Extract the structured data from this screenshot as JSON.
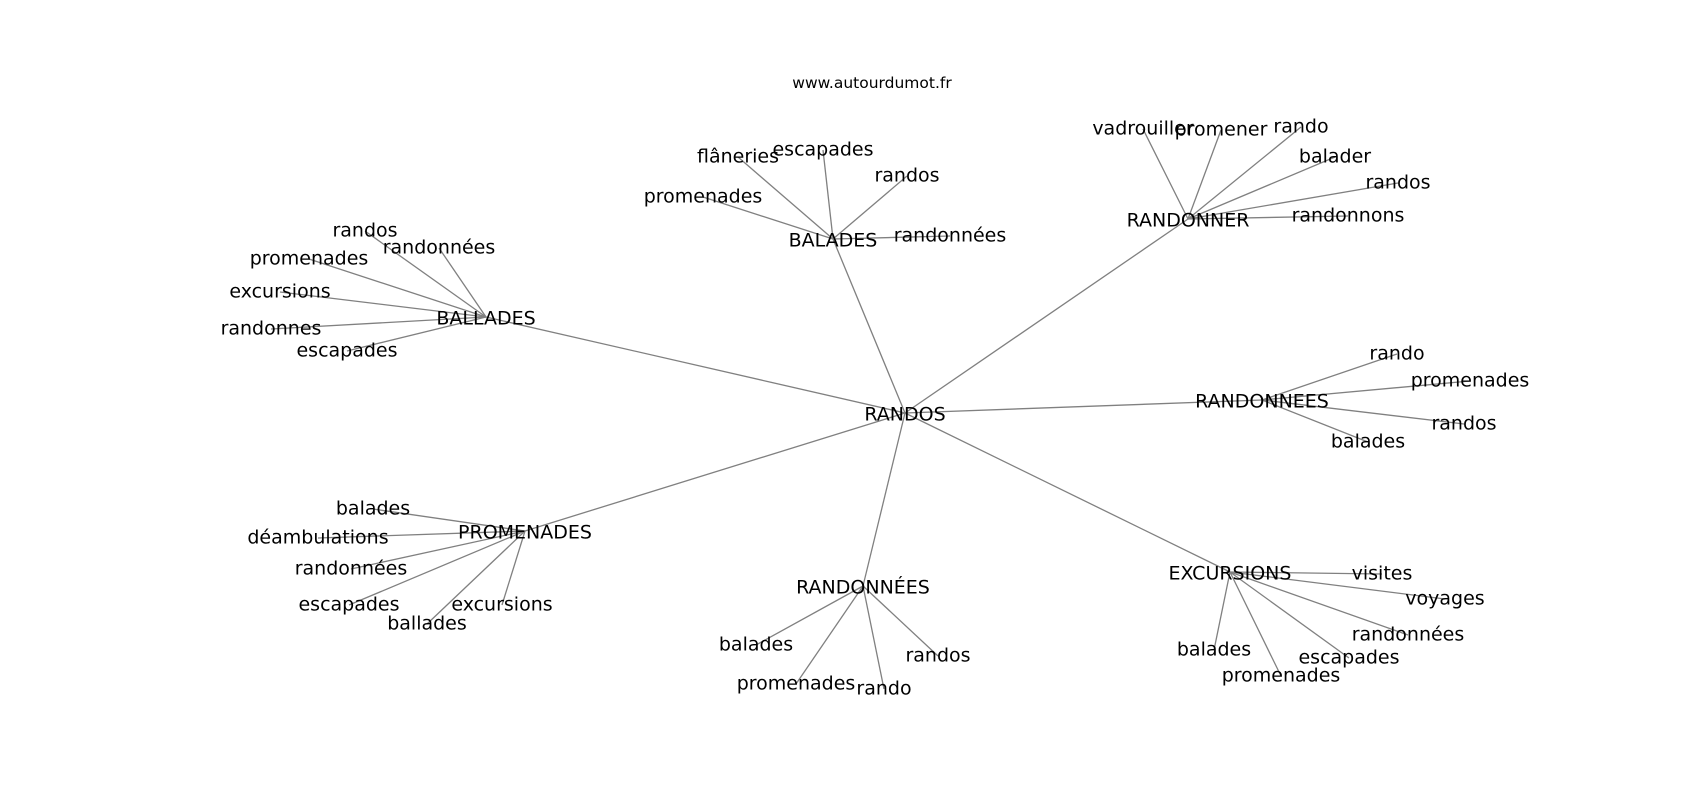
{
  "site": "www.autourdumot.fr",
  "colors": {
    "edge": "#808080",
    "text": "#000000",
    "background": "#ffffff"
  },
  "graph": {
    "center": "RANDOS",
    "hubs": [
      {
        "label": "BALADES",
        "leaves": [
          "flâneries",
          "escapades",
          "randos",
          "promenades",
          "randonnées"
        ]
      },
      {
        "label": "RANDONNER",
        "leaves": [
          "vadrouiller",
          "promener",
          "rando",
          "balader",
          "randos",
          "randonnons"
        ]
      },
      {
        "label": "BALLADES",
        "leaves": [
          "randos",
          "randonnées",
          "promenades",
          "excursions",
          "randonnes",
          "escapades"
        ]
      },
      {
        "label": "RANDONNEES",
        "leaves": [
          "rando",
          "promenades",
          "randos",
          "balades"
        ]
      },
      {
        "label": "PROMENADES",
        "leaves": [
          "balades",
          "déambulations",
          "randonnées",
          "escapades",
          "ballades",
          "excursions"
        ]
      },
      {
        "label": "RANDONNÉES",
        "leaves": [
          "balades",
          "promenades",
          "rando",
          "randos"
        ]
      },
      {
        "label": "EXCURSIONS",
        "leaves": [
          "visites",
          "voyages",
          "randonnées",
          "escapades",
          "promenades",
          "balades"
        ]
      }
    ]
  }
}
